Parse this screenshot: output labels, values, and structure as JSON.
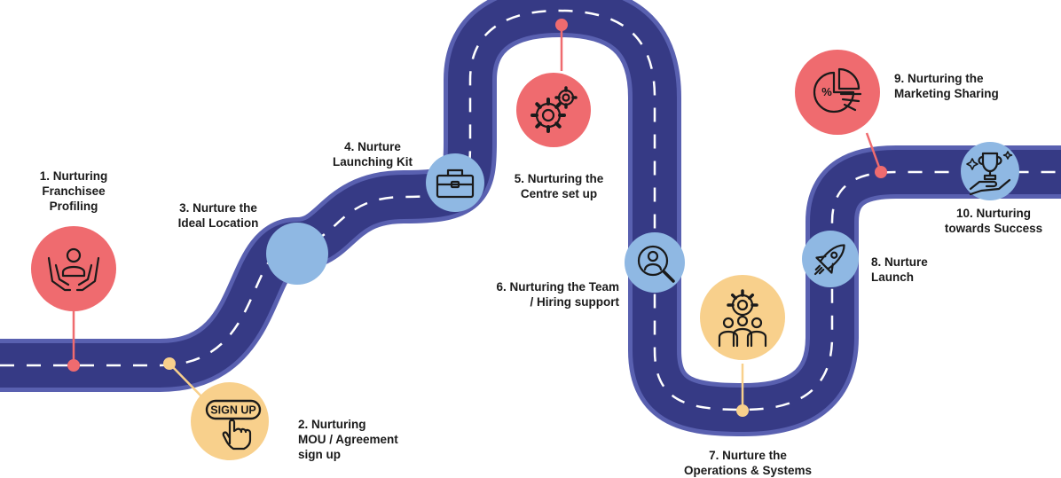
{
  "steps": [
    {
      "lines": [
        "1.  Nurturing",
        "Franchisee",
        "Profiling"
      ],
      "icon": "helping-hands-person-icon",
      "color": "#ef6b6f"
    },
    {
      "lines": [
        "2. Nurturing",
        "MOU / Agreement",
        "sign up"
      ],
      "icon": "sign-up-button-icon",
      "color": "#f8d08c",
      "icon_text": "SIGN UP"
    },
    {
      "lines": [
        "3. Nurture the",
        "Ideal Location"
      ],
      "icon": "",
      "color": "#8fb8e3"
    },
    {
      "lines": [
        "4. Nurture",
        "Launching Kit"
      ],
      "icon": "toolbox-icon",
      "color": "#8fb8e3"
    },
    {
      "lines": [
        "5. Nurturing the",
        "Centre set up"
      ],
      "icon": "gears-icon",
      "color": "#ef6b6f"
    },
    {
      "lines": [
        "6. Nurturing the Team",
        "/ Hiring support"
      ],
      "icon": "person-search-icon",
      "color": "#8fb8e3"
    },
    {
      "lines": [
        "7. Nurture the",
        "Operations & Systems"
      ],
      "icon": "team-gear-icon",
      "color": "#f8d08c"
    },
    {
      "lines": [
        "8. Nurture",
        "Launch"
      ],
      "icon": "rocket-icon",
      "color": "#8fb8e3"
    },
    {
      "lines": [
        "9. Nurturing the",
        "Marketing Sharing"
      ],
      "icon": "pie-chart-percent-icon",
      "color": "#ef6b6f"
    },
    {
      "lines": [
        "10. Nurturing",
        "towards Success"
      ],
      "icon": "trophy-hand-icon",
      "color": "#8fb8e3"
    }
  ],
  "colors": {
    "road": "#363a85",
    "road_edge": "#5960b0",
    "dash": "#ffffff",
    "pin_red": "#ef6b6f",
    "pin_yellow": "#f8d08c",
    "icon_line": "#1a1a1a"
  }
}
